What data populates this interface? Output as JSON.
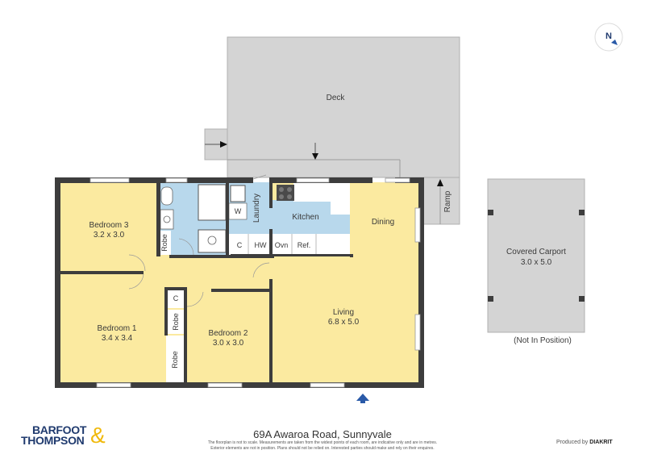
{
  "compass": {
    "label": "N",
    "icon": "north-arrow-icon"
  },
  "deck": {
    "label": "Deck"
  },
  "ramp": {
    "label": "Ramp"
  },
  "rooms": {
    "bedroom3": {
      "name": "Bedroom 3",
      "size": "3.2 x 3.0"
    },
    "bedroom1": {
      "name": "Bedroom 1",
      "size": "3.4 x 3.4"
    },
    "bedroom2": {
      "name": "Bedroom 2",
      "size": "3.0 x 3.0"
    },
    "living": {
      "name": "Living",
      "size": "6.8 x 5.0"
    },
    "dining": {
      "name": "Dining"
    },
    "kitchen": {
      "name": "Kitchen"
    },
    "laundry": {
      "name": "Laundry"
    }
  },
  "fixtures": {
    "w": "W",
    "c_kitchen": "C",
    "hw": "HW",
    "ovn": "Ovn",
    "ref": "Ref.",
    "robe_bed3": "Robe",
    "c_hall": "C",
    "robe_upper": "Robe",
    "robe_lower": "Robe"
  },
  "carport": {
    "name": "Covered Carport",
    "size": "3.0 x 5.0",
    "note": "(Not In Position)"
  },
  "footer": {
    "brand_line1": "BARFOOT",
    "brand_line2": "THOMPSON",
    "brand_amp": "&",
    "address": "69A Awaroa Road, Sunnyvale",
    "disclaimer_line1": "The floorplan is not to scale. Measurements are taken from the widest points of each room, are indicative only and are in metres.",
    "disclaimer_line2": "Exterior elements are not in position. Plans should not be relied on. Interested parties should make and rely on their enquires.",
    "produced_by_prefix": "Produced by",
    "produced_by_brand": "DIAKRIT"
  },
  "colors": {
    "room_yellow": "#fbeaa0",
    "wet_blue": "#b8d8ec",
    "wall": "#3d3d3d",
    "deck_grey": "#d4d4d4",
    "brand_navy": "#1f3a6e",
    "brand_gold": "#f0b90b",
    "entry_arrow": "#2a5aa8"
  }
}
